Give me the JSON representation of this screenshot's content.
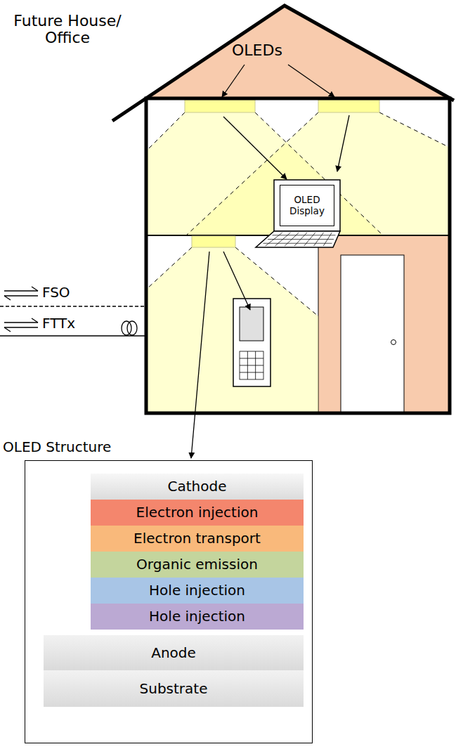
{
  "diagram": {
    "title": "Future House/ Office",
    "nodes": [
      {
        "text": [
          "OLED Display"
        ]
      },
      {
        "text": [
          "OLED Structure"
        ]
      },
      {
        "text": [
          "Cathode"
        ],
        "in": 1
      },
      {
        "text": [
          "Electron injection"
        ],
        "in": 1
      },
      {
        "text": [
          "Electron transport"
        ],
        "in": 1
      },
      {
        "text": [
          "Organic emission"
        ],
        "in": 1
      },
      {
        "text": [
          "Hole injection"
        ],
        "in": 1
      },
      {
        "text": [
          "Hole injection"
        ],
        "in": 1
      },
      {
        "text": [
          "Anode"
        ],
        "in": 1
      },
      {
        "text": [
          "Substrate"
        ],
        "in": 1
      }
    ],
    "labels": [
      "OLEDs",
      "FSO",
      "FTTx"
    ]
  }
}
